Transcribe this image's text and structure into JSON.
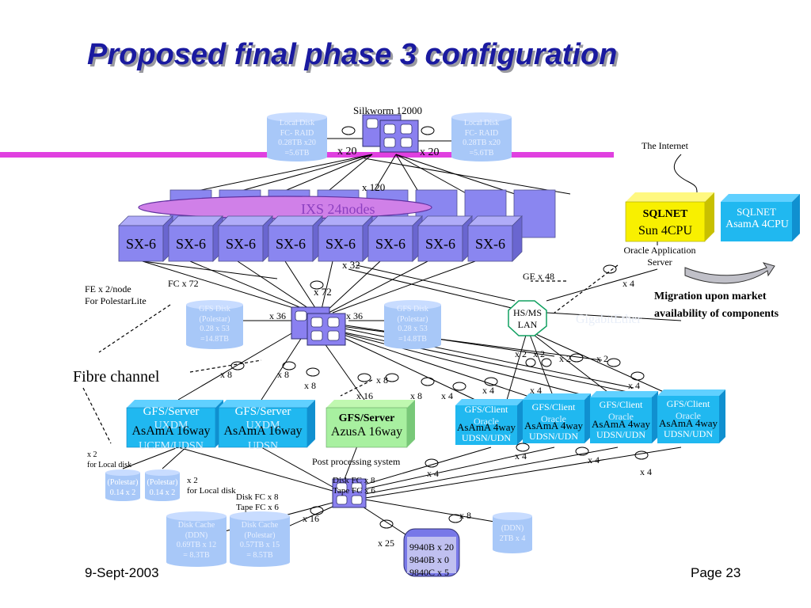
{
  "title": "Proposed final phase 3 configuration",
  "footer": {
    "date": "9-Sept-2003",
    "page": "Page 23"
  },
  "switches": {
    "silkworm": "Silkworm 12000"
  },
  "disks": {
    "local_left": "Local Disk\nFC- RAID\n0.28TB x20\n=5.6TB",
    "local_right": "Local Disk\nFC- RAID\n0.28TB x20\n=5.6TB",
    "gfs_left": "GFS Disk\n(Polestar)\n0.28 x 53\n=14.8TB",
    "gfs_right": "GFS Disk\n(Polestar)\n0.28 x 53\n=14.8TB",
    "cache_ddn": "Disk Cache\n(DDN)\n0.69TB x  12\n= 8.3TB",
    "cache_polestar": "Disk Cache\n(Polestar)\n0.57TB x  15\n= 8.5TB",
    "small_a": "(Polestar)\n0.14 x 2",
    "small_b": "(Polestar)\n0.14 x 2",
    "oracle_db": "(DDN)\n2TB  x 4"
  },
  "ixs": {
    "label": "IXS   24nodes",
    "sx_nodes": [
      "SX-6",
      "SX-6",
      "SX-6",
      "SX-6",
      "SX-6",
      "SX-6",
      "SX-6",
      "SX-6"
    ]
  },
  "servers": {
    "gfs1_title": "GFS/Server",
    "gfs1_sub": "AsAmA 16way",
    "gfs1_under": "UXDM",
    "gfs1_under2": "UCFM/UDSN",
    "gfs2_title": "GFS/Server",
    "gfs2_sub": "AsAmA 16way",
    "gfs2_under": "UXDM",
    "gfs2_under2": "UDSN",
    "gfs3_title": "GFS/Server",
    "gfs3_sub": "AzusA  16way",
    "clients": [
      {
        "title": "GFS/Client",
        "mid": "Oracle",
        "sub": "AsAmA 4way",
        "bottom": "UDSN/UDN"
      },
      {
        "title": "GFS/Client",
        "mid": "Oracle",
        "sub": "AsAmA 4way",
        "bottom": "UDSN/UDN"
      },
      {
        "title": "GFS/Client",
        "mid": "Oracle",
        "sub": "AsAmA 4way",
        "bottom": "UDSN/UDN"
      },
      {
        "title": "GFS/Client",
        "mid": "Oracle",
        "sub": "AsAmA 4way",
        "bottom": "UDSN/UDN"
      }
    ],
    "sqlnet1_title": "SQLNET",
    "sqlnet1_sub": "Sun 4CPU",
    "sqlnet2_title": "SQLNET",
    "sqlnet2_sub": "AsamA 4CPU"
  },
  "labels": {
    "x20_left": "x 20",
    "x20_right": "x 20",
    "x120": "x 120",
    "x32": "x 32",
    "x72": "x 72",
    "fc72": "FC x 72",
    "fe_line1": "FE x 2/node",
    "fe_line2": "For PolestarLite",
    "x36_left": "x 36",
    "x36_right": "x 36",
    "ge48": "GE x 48",
    "hsms": "HS/MS\nLAN",
    "gigabit": "GigabitEther",
    "internet": "The Internet",
    "oracle_app": "Oracle Application\nServer",
    "migration1": "Migration upon market",
    "migration2": "availability of components",
    "fibre": "Fibre channel",
    "x4_oracle": "x 4",
    "x2a": "x 2",
    "x2b": "x 2",
    "x2c": "x 2",
    "x2d": "x 2",
    "x8a": "x 8",
    "x8b": "x 8",
    "x8c": "x 8",
    "x8d": "x 8",
    "x8e": "x 8",
    "x16": "x 16",
    "x4a": "x 4",
    "x4b": "x 4",
    "x4c": "x 4",
    "x4d": "x 4",
    "x4e": "x 4",
    "x4f": "x 4",
    "x4g": "x 4",
    "x4h": "x 4",
    "localdisk_l1": "x 2",
    "localdisk_l2": "for Local disk",
    "localdisk_m1": "x 2",
    "localdisk_m2": "for Local disk",
    "postproc": "Post processing system",
    "diskfc8": "Disk FC x 8",
    "tapefc6": "Tape FC x 6",
    "diskfc8b": "Disk FC x 8",
    "tapefc6b": "Tape FC x 6",
    "x16b": "x 16",
    "x8f": "x 8",
    "x25": "x 25",
    "tape1": "9940B x 20",
    "tape2": "9840B x 0",
    "tape3": "9840C x 5"
  }
}
